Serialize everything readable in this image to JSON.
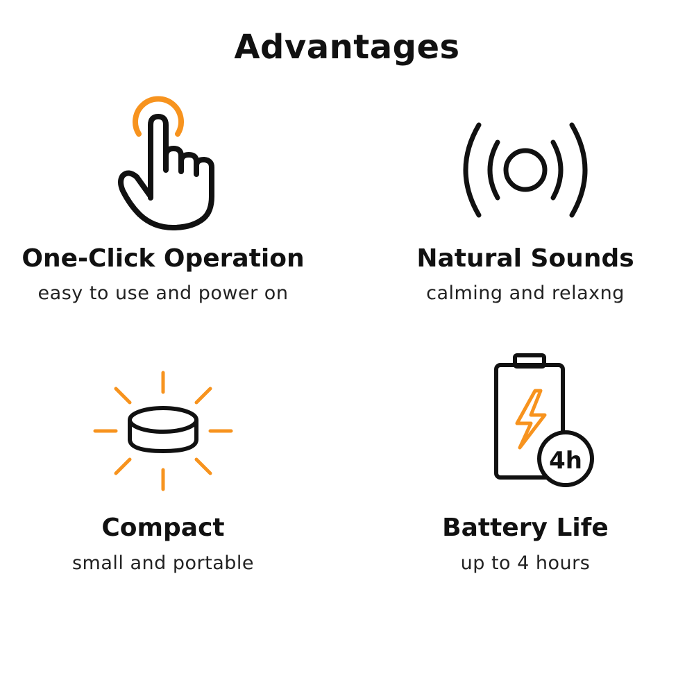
{
  "page": {
    "title": "Advantages"
  },
  "colors": {
    "accent": "#F7931E",
    "ink": "#111111"
  },
  "features": [
    {
      "title": "One-Click Operation",
      "subtitle": "easy to use and power on",
      "icon": "pointing-hand-icon"
    },
    {
      "title": "Natural Sounds",
      "subtitle": "calming and relaxng",
      "icon": "sound-waves-icon"
    },
    {
      "title": "Compact",
      "subtitle": "small and portable",
      "icon": "compact-disc-device-icon"
    },
    {
      "title": "Battery Life",
      "subtitle": "up to 4 hours",
      "icon": "battery-icon",
      "badge": "4h"
    }
  ]
}
